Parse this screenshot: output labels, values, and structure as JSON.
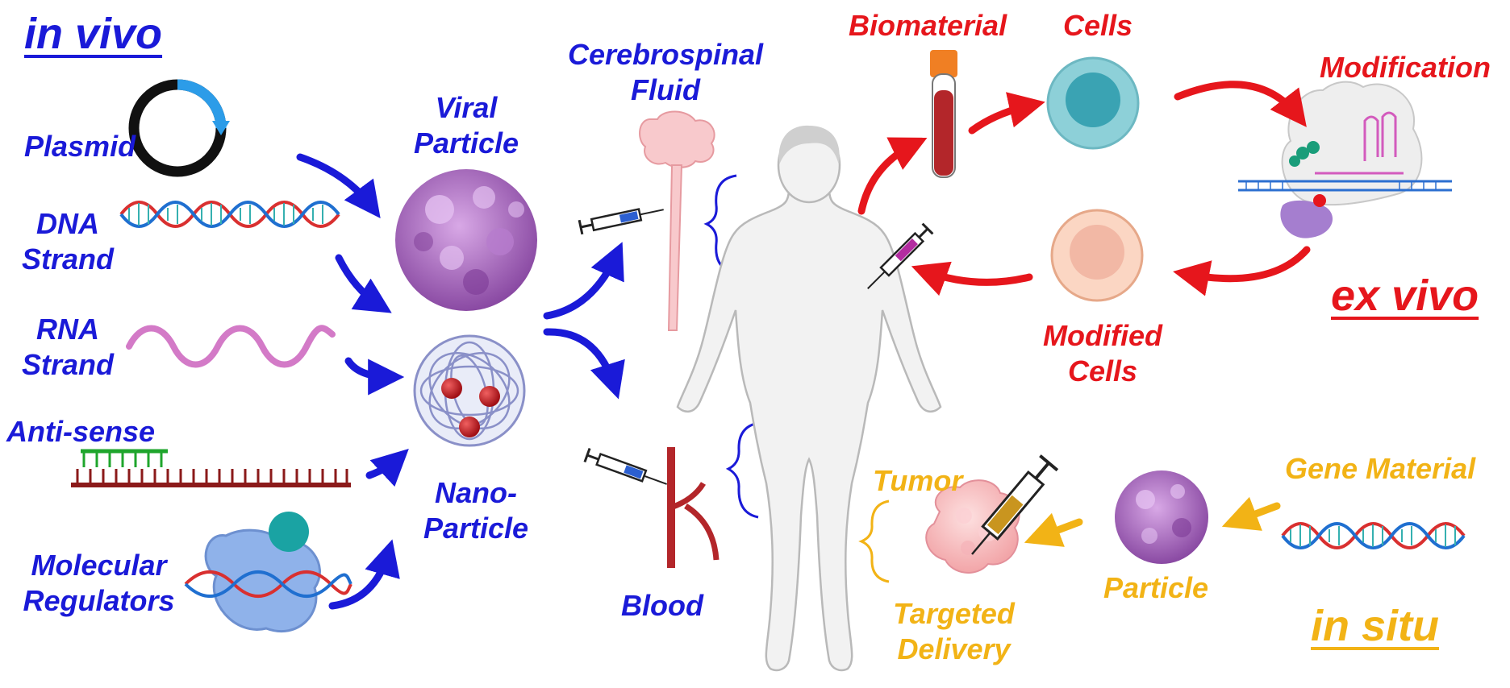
{
  "colors": {
    "in_vivo": "#1a1ad8",
    "ex_vivo": "#e6161c",
    "in_situ": "#f2b316"
  },
  "in_vivo": {
    "title": "in vivo",
    "sources": [
      {
        "label": "Plasmid",
        "icon": "plasmid-icon"
      },
      {
        "label_line1": "DNA",
        "label_line2": "Strand",
        "icon": "dna-helix-icon"
      },
      {
        "label_line1": "RNA",
        "label_line2": "Strand",
        "icon": "rna-wave-icon"
      },
      {
        "label": "Anti-sense",
        "icon": "antisense-strand-icon"
      },
      {
        "label_line1": "Molecular",
        "label_line2": "Regulators",
        "icon": "protein-complex-icon"
      }
    ],
    "carriers": {
      "viral_line1": "Viral",
      "viral_line2": "Particle",
      "nano_line1": "Nano-",
      "nano_line2": "Particle"
    },
    "routes": {
      "csf_line1": "Cerebrospinal",
      "csf_line2": "Fluid",
      "blood": "Blood"
    }
  },
  "ex_vivo": {
    "title": "ex vivo",
    "biomaterial": "Biomaterial",
    "cells": "Cells",
    "modification": "Modification",
    "modified_line1": "Modified",
    "modified_line2": "Cells"
  },
  "in_situ": {
    "title": "in situ",
    "gene_material": "Gene Material",
    "particle": "Particle",
    "tumor": "Tumor",
    "targeted_line1": "Targeted",
    "targeted_line2": "Delivery"
  }
}
